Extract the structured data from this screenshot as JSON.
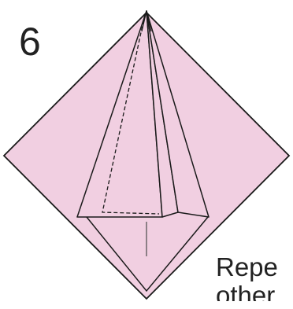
{
  "step": {
    "number": "6"
  },
  "caption": {
    "line1": "Repe",
    "line2": "other"
  },
  "colors": {
    "paper": "#f1cfe1",
    "outline": "#1a1a1a",
    "text": "#222222"
  }
}
